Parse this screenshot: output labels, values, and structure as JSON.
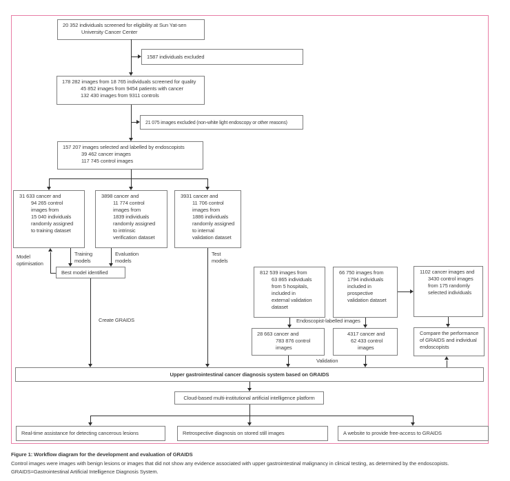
{
  "colors": {
    "frame_pink": "#e87ca4",
    "box_border": "#7d7d7d",
    "text": "#3c3c3c",
    "arrow": "#2f2f2f"
  },
  "boxes": {
    "screening": {
      "lines": [
        "20 352 individuals screened for eligibility at Sun Yat-sen",
        "University Cancer Center"
      ]
    },
    "excluded1": {
      "lines": [
        "1587 individuals excluded"
      ]
    },
    "quality": {
      "lines": [
        "178 282 images from 18 765 individuals screened for quality",
        "45 852 images from 9454 patients with cancer",
        "132 430 images from 9311 controls"
      ]
    },
    "excluded2": {
      "lines": [
        "21 075 images excluded (non-white light endoscopy or other reasons)"
      ]
    },
    "selected": {
      "lines": [
        "157 207 images selected and labelled by endoscopists",
        "39 462 cancer images",
        "117 745 control images"
      ]
    },
    "training": {
      "lines": [
        "31 633 cancer and",
        "94 265 control",
        "images from",
        "15 040 individuals",
        "randomly assigned",
        "to training dataset"
      ]
    },
    "intrinsic": {
      "lines": [
        "3898 cancer and",
        "11 774 control",
        "images from",
        "1839 individuals",
        "randomly assigned",
        "to intrinsic",
        "verification dataset"
      ]
    },
    "internal": {
      "lines": [
        "3931 cancer and",
        "11 706 control",
        "images from",
        "1886 individuals",
        "randomly assigned",
        "to internal",
        "validation dataset"
      ]
    },
    "best_model": {
      "lines": [
        "Best model identified"
      ]
    },
    "external": {
      "lines": [
        "812 539 images from",
        "63 865 individuals",
        "from 5 hospitals,",
        "included in",
        "external validation",
        "dataset"
      ]
    },
    "prospective": {
      "lines": [
        "66 750 images from",
        "1794 individuals",
        "included in",
        "prospective",
        "validation dataset"
      ]
    },
    "random_selected": {
      "lines": [
        "1102 cancer images and",
        "3430 control images",
        "from 175 randomly",
        "selected individuals"
      ]
    },
    "external_result": {
      "lines": [
        "28 663 cancer and",
        "783 876 control",
        "images"
      ]
    },
    "prospective_result": {
      "lines": [
        "4317 cancer and",
        "62 433 control",
        "images"
      ]
    },
    "compare": {
      "lines": [
        "Compare the performance",
        "of GRAIDS and individual",
        "endoscopists"
      ]
    },
    "graids_system": {
      "lines": [
        "Upper gastrointestinal cancer diagnosis system based on GRAIDS"
      ]
    },
    "cloud_platform": {
      "lines": [
        "Cloud-based multi-institutional artificial intelligence platform"
      ]
    },
    "realtime": {
      "lines": [
        "Real-time assistance for detecting cancerous lesions"
      ]
    },
    "retrospective": {
      "lines": [
        "Retrospective diagnosis on stored still images"
      ]
    },
    "website": {
      "lines": [
        "A website to provide free-access to GRAIDS"
      ]
    }
  },
  "labels": {
    "model_opt": [
      "Model",
      "optimisation"
    ],
    "training_models": [
      "Training",
      "models"
    ],
    "evaluation_models": [
      "Evaluation",
      "models"
    ],
    "test_models": [
      "Test",
      "models"
    ],
    "create_graids": "Create GRAIDS",
    "endoscopist_labelled": "Endoscopist-labelled images",
    "validation": "Validation"
  },
  "caption": {
    "title": "Figure 1: Workflow diagram for the development and evaluation of GRAIDS",
    "line1": "Control images were images with benign lesions or images that did not show any evidence associated with upper gastrointestinal malignancy in clinical testing, as determined by the endoscopists.",
    "line2": "GRAIDS=Gastrointestinal Artificial Intelligence Diagnosis System."
  }
}
